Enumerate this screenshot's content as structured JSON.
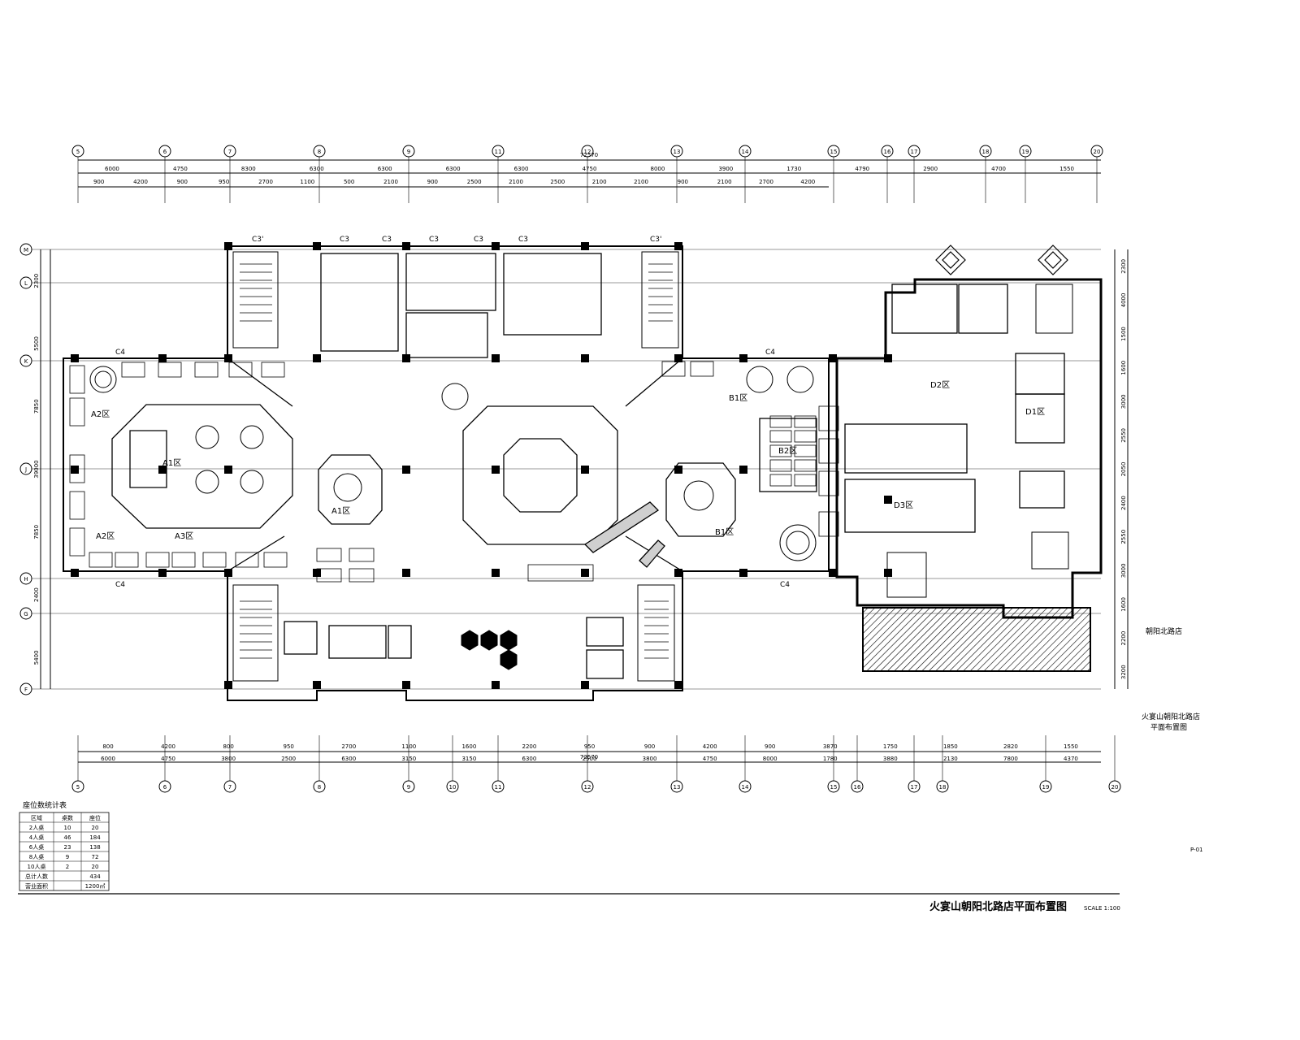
{
  "drawing": {
    "title": "火宴山朝阳北路店平面布置图",
    "scale": "SCALE 1:100",
    "page_no": "P-01",
    "side_label": "朝阳北路店",
    "side_title_line1": "火宴山朝阳北路店",
    "side_title_line2": "平面布置图",
    "total_dim": "72570"
  },
  "axes": {
    "top": [
      "5",
      "6",
      "7",
      "8",
      "9",
      "11",
      "12",
      "13",
      "14",
      "15",
      "16",
      "17",
      "18",
      "19",
      "20"
    ],
    "bottom": [
      "5",
      "6",
      "7",
      "8",
      "9",
      "10",
      "11",
      "12",
      "13",
      "14",
      "15",
      "16",
      "17",
      "18",
      "19",
      "20"
    ],
    "left": [
      "M",
      "L",
      "K",
      "J",
      "H",
      "G",
      "F"
    ]
  },
  "dims": {
    "top_row1": [
      "6000",
      "4750",
      "8300",
      "6300",
      "6300",
      "6300",
      "6300",
      "4750",
      "8000",
      "3900",
      "1730",
      "4790",
      "2900",
      "4700",
      "1550"
    ],
    "top_row2": [
      "900",
      "4200",
      "900",
      "950",
      "2700",
      "1100",
      "500",
      "2100",
      "900",
      "2500",
      "2100",
      "2500",
      "2100",
      "2100",
      "900",
      "2100",
      "2700",
      "4200"
    ],
    "bottom_row1": [
      "800",
      "4200",
      "800",
      "950",
      "2700",
      "1100",
      "1600",
      "2200",
      "950",
      "900",
      "4200",
      "900",
      "3870",
      "1750",
      "1850",
      "2820",
      "1550"
    ],
    "bottom_row2": [
      "6000",
      "4750",
      "3800",
      "2500",
      "6300",
      "3150",
      "3150",
      "6300",
      "2500",
      "3800",
      "4750",
      "8000",
      "1780",
      "3880",
      "2130",
      "7800",
      "4370"
    ],
    "left": [
      "2300",
      "5500",
      "7850",
      "39000",
      "7850",
      "2400",
      "5400"
    ],
    "right": [
      "2300",
      "4000",
      "1500",
      "1600",
      "3000",
      "2550",
      "2050",
      "2400",
      "2550",
      "3000",
      "1600",
      "2200",
      "3200"
    ]
  },
  "zones": {
    "a2": "A2区",
    "a1": "A1区",
    "a2b": "A2区",
    "a3": "A3区",
    "b1": "B1区",
    "b2": "B2区",
    "b1b": "B1区",
    "d2": "D2区",
    "d3": "D3区",
    "d1": "D1区"
  },
  "cols": {
    "c4a": "C4",
    "c4b": "C4",
    "c4c": "C4",
    "c4d": "C4",
    "c3a": "C3'",
    "c3b": "C3",
    "c3c": "C3",
    "c3d": "C3",
    "c3e": "C3",
    "c3f": "C3",
    "c3g": "C3'"
  },
  "seat_table": {
    "title": "座位数统计表",
    "headers": [
      "区域",
      "桌数",
      "座位"
    ],
    "rows": [
      [
        "2人桌",
        "10",
        "20"
      ],
      [
        "4人桌",
        "46",
        "184"
      ],
      [
        "6人桌",
        "23",
        "138"
      ],
      [
        "8人桌",
        "9",
        "72"
      ],
      [
        "10人桌",
        "2",
        "20"
      ],
      [
        "总计人数",
        "",
        "434"
      ],
      [
        "营业面积",
        "",
        "1200㎡"
      ]
    ]
  }
}
